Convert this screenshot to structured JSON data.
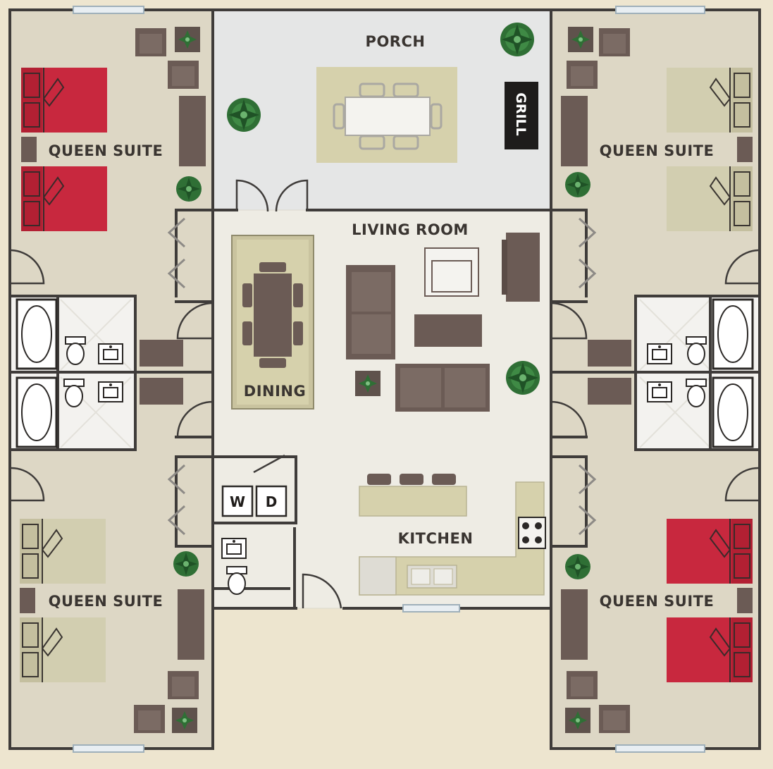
{
  "rooms": {
    "porch": "PORCH",
    "living_room": "LIVING ROOM",
    "dining": "DINING",
    "kitchen": "KITCHEN",
    "suite_top_left": "QUEEN SUITE",
    "suite_top_right": "QUEEN SUITE",
    "suite_bottom_left": "QUEEN SUITE",
    "suite_bottom_right": "QUEEN SUITE"
  },
  "fixtures": {
    "grill": "GRILL",
    "washer": "W",
    "dryer": "D"
  },
  "colors": {
    "wall": "#3f3c3a",
    "suite_floor": "#ddd7c5",
    "porch_floor": "#e5e6e6",
    "central_floor": "#eeece4",
    "bath_floor": "#f3f2ef",
    "furniture": "#6b5b55",
    "rug": "#d6d1ac",
    "bed_red": "#c8283e",
    "bed_tan": "#d2ceb0",
    "plant": "#2f6f35"
  }
}
